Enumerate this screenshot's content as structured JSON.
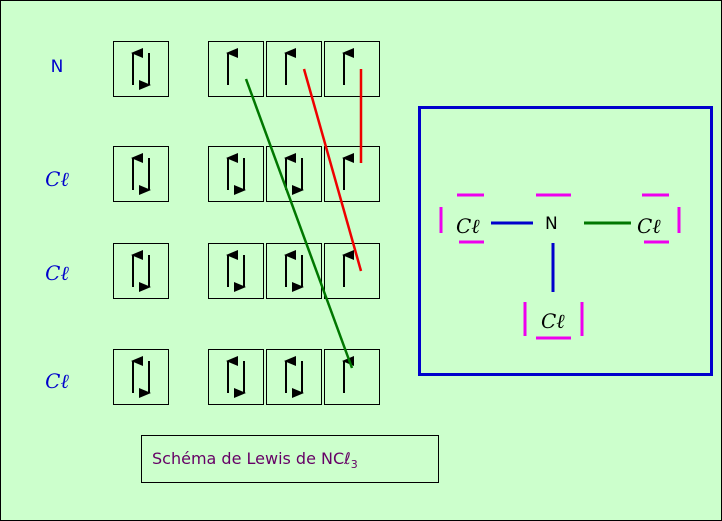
{
  "diagram": {
    "rows": [
      {
        "atom": "N",
        "core": "↑↓",
        "valence": [
          "↑",
          "↑",
          "↑"
        ]
      },
      {
        "atom": "Cℓ",
        "core": "↑↓",
        "valence": [
          "↑↓",
          "↑↓",
          "↑"
        ]
      },
      {
        "atom": "Cℓ",
        "core": "↑↓",
        "valence": [
          "↑↓",
          "↑↓",
          "↑"
        ]
      },
      {
        "atom": "Cℓ",
        "core": "↑↓",
        "valence": [
          "↑↓",
          "↑↓",
          "↑"
        ]
      }
    ],
    "bond_colors": {
      "red": "#ee0000",
      "green": "#007700",
      "blue": "#0000cc"
    },
    "lone_pair_color": "#ee00ee",
    "lewis": {
      "center": "N",
      "left": "Cℓ",
      "right": "Cℓ",
      "bottom": "Cℓ"
    },
    "caption": {
      "text": "Schéma de Lewis de NCℓ",
      "subscript": "3"
    }
  }
}
